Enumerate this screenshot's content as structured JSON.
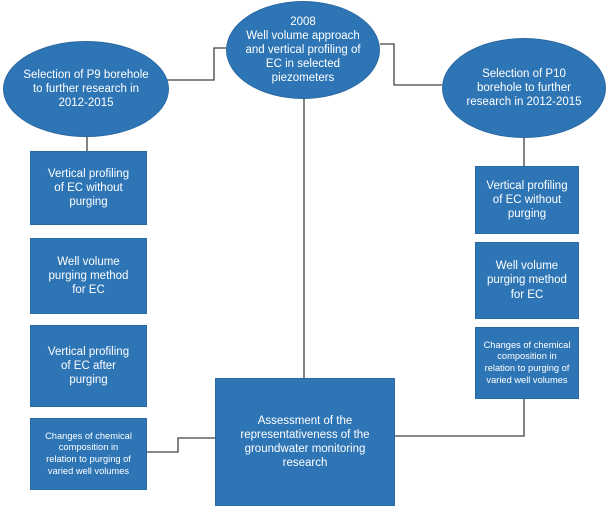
{
  "nodes": {
    "top": "2008\nWell volume approach\nand vertical profiling of\nEC in selected\npiezometers",
    "left_ellipse": "Selection of P9 borehole\nto further research in\n2012-2015",
    "right_ellipse": "Selection of P10\nborehole to further\nresearch in 2012-2015",
    "left_box1": "Vertical profiling\nof EC without\npurging",
    "left_box2": "Well volume\npurging method\nfor EC",
    "left_box3": "Vertical profiling\nof EC after\npurging",
    "left_box4": "Changes of chemical\ncomposition in\nrelation to purging of\nvaried well volumes",
    "right_box1": "Vertical profiling\nof EC without\npurging",
    "right_box2": "Well volume\npurging method\nfor EC",
    "right_box3": "Changes of chemical\ncomposition in\nrelation to purging of\nvaried well volumes",
    "center_box": "Assessment of the\nrepresentativeness of the\ngroundwater monitoring\nresearch"
  },
  "colors": {
    "node_fill": "#2e75b6",
    "node_text": "#ffffff",
    "connector": "#404040"
  }
}
